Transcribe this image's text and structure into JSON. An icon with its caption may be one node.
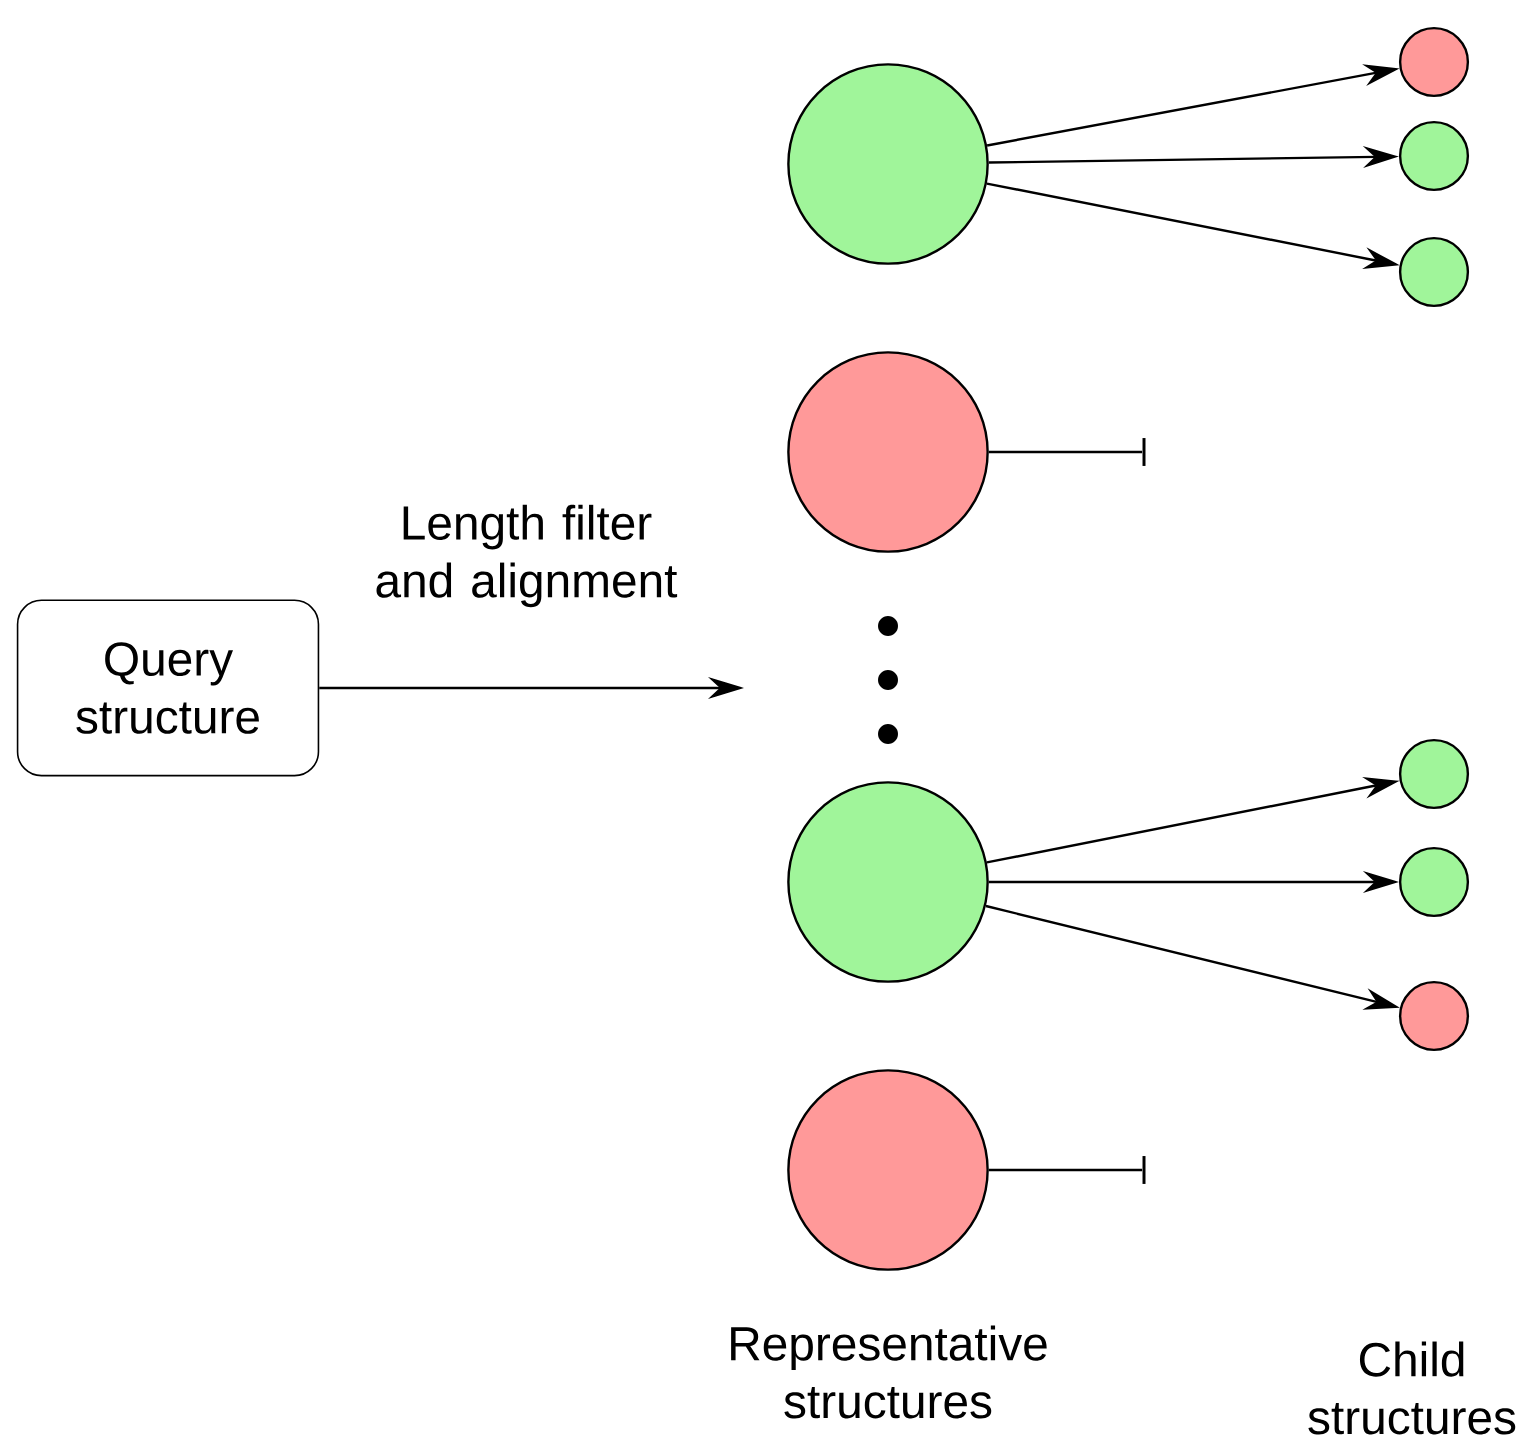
{
  "diagram": {
    "nodes": [
      {
        "text": [
          "Query structure"
        ]
      },
      {
        "text": [],
        "shape": "circle"
      },
      {
        "text": [],
        "shape": "circle"
      },
      {
        "text": [],
        "shape": "circle"
      },
      {
        "text": [],
        "shape": "circle"
      },
      {
        "text": [],
        "shape": "circle"
      },
      {
        "text": [],
        "shape": "circle"
      },
      {
        "text": [],
        "shape": "circle"
      },
      {
        "text": [],
        "shape": "circle"
      },
      {
        "text": [],
        "shape": "circle"
      },
      {
        "text": [],
        "shape": "circle"
      },
      {
        "text": [],
        "shape": "bar"
      },
      {
        "text": [],
        "shape": "bar"
      }
    ],
    "edges": [
      {
        "from": 0,
        "to": null,
        "arrow": "to",
        "label": "Length  filter and alignment"
      },
      {
        "from": 1,
        "to": 2,
        "arrow": "to"
      },
      {
        "from": 1,
        "to": 3,
        "arrow": "to"
      },
      {
        "from": 1,
        "to": 4,
        "arrow": "to"
      },
      {
        "from": 5,
        "to": 11,
        "arrow": "none"
      },
      {
        "from": 6,
        "to": 7,
        "arrow": "to"
      },
      {
        "from": 6,
        "to": 8,
        "arrow": "to"
      },
      {
        "from": 6,
        "to": 9,
        "arrow": "to"
      },
      {
        "from": 10,
        "to": 12,
        "arrow": "none"
      }
    ],
    "labels": [
      "Representative structures",
      "Child structures"
    ]
  }
}
